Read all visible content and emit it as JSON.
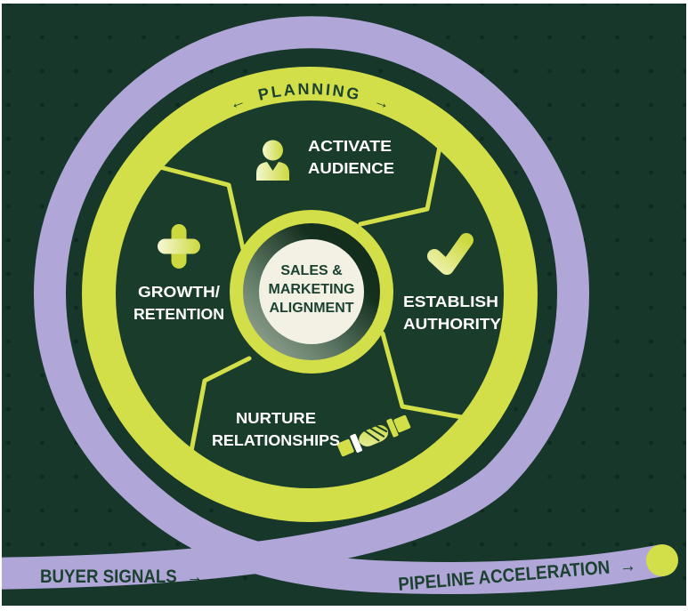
{
  "colors": {
    "background": "#16372a",
    "background_inner": "#1a3c2b",
    "dot": "#0e2b1f",
    "purple": "#b1a6d8",
    "chartreuse": "#d3df49",
    "cream": "#f2f1e4",
    "text_dark": "#1b4230",
    "text_light": "#ffffff",
    "frame": "#ffffff"
  },
  "ring": {
    "top_label": "PLANNING",
    "arrow_left": "←",
    "arrow_right": "→"
  },
  "center": {
    "lines": [
      "SALES &",
      "MARKETING",
      "ALIGNMENT"
    ]
  },
  "quadrants": [
    {
      "id": "activate-audience",
      "icon": "person-icon",
      "lines": [
        "ACTIVATE",
        "AUDIENCE"
      ]
    },
    {
      "id": "establish-authority",
      "icon": "check-icon",
      "lines": [
        "ESTABLISH",
        "AUTHORITY"
      ]
    },
    {
      "id": "nurture-relationships",
      "icon": "handshake-icon",
      "lines": [
        "NURTURE",
        "RELATIONSHIPS"
      ]
    },
    {
      "id": "growth-retention",
      "icon": "plus-icon",
      "lines": [
        "GROWTH/",
        "RETENTION"
      ]
    }
  ],
  "flow_labels": {
    "buyer": {
      "label": "BUYER SIGNALS",
      "arrow": "→"
    },
    "pipeline": {
      "label": "PIPELINE ACCELERATION",
      "arrow": "→"
    }
  }
}
